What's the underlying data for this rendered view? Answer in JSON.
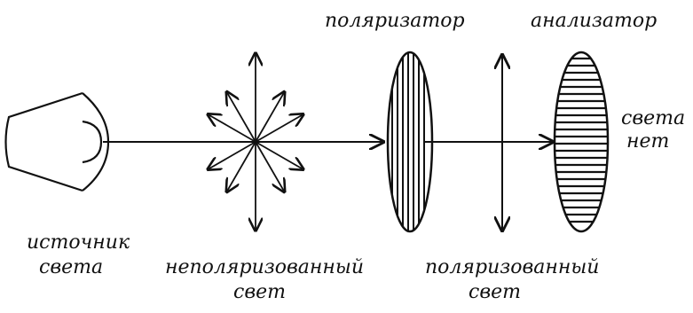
{
  "labels": {
    "polarizer": "поляризатор",
    "analyzer": "анализатор",
    "no_light_1": "света",
    "no_light_2": "нет",
    "source_1": "источник",
    "source_2": "света",
    "unpolarized_1": "неполяризованный",
    "unpolarized_2": "свет",
    "polarized_1": "поляризованный",
    "polarized_2": "свет"
  },
  "colors": {
    "ink": "#111111",
    "background": "#ffffff"
  }
}
